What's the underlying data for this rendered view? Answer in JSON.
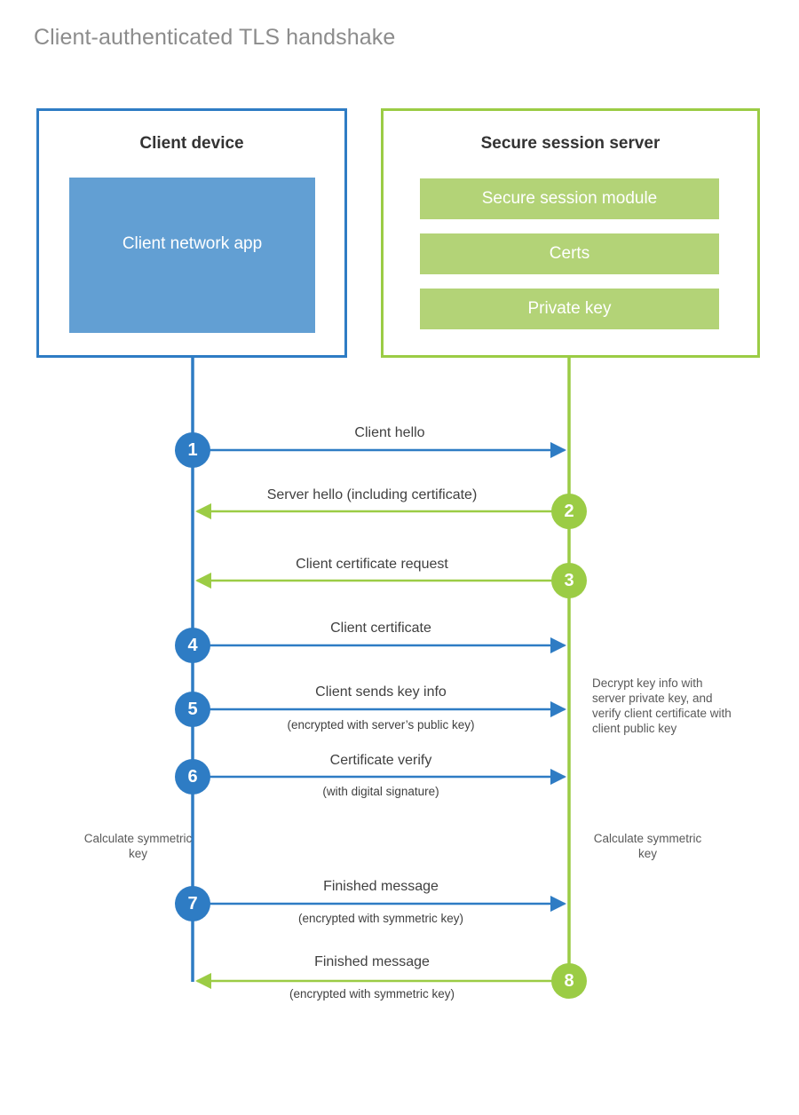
{
  "title": "Client-authenticated TLS handshake",
  "colors": {
    "client_accent": "#2e7cc4",
    "server_accent": "#9bcc45",
    "client_app_fill": "#629fd3",
    "server_block_fill": "#b3d377",
    "title_text": "#8c8c8c",
    "label_text": "#404040",
    "note_text": "#595959"
  },
  "actors": {
    "client": {
      "title": "Client device",
      "blocks": [
        {
          "label": "Client network app"
        }
      ]
    },
    "server": {
      "title": "Secure session server",
      "blocks": [
        {
          "label": "Secure session module"
        },
        {
          "label": "Certs"
        },
        {
          "label": "Private key"
        }
      ]
    }
  },
  "steps": [
    {
      "number": "1",
      "label": "Client hello",
      "sublabel": "",
      "direction": "client-to-server",
      "color": "blue"
    },
    {
      "number": "2",
      "label": "Server hello (including certificate)",
      "sublabel": "",
      "direction": "server-to-client",
      "color": "green"
    },
    {
      "number": "3",
      "label": "Client certificate request",
      "sublabel": "",
      "direction": "server-to-client",
      "color": "green"
    },
    {
      "number": "4",
      "label": "Client certificate",
      "sublabel": "",
      "direction": "client-to-server",
      "color": "blue"
    },
    {
      "number": "5",
      "label": "Client sends key info",
      "sublabel": "(encrypted with server’s public key)",
      "direction": "client-to-server",
      "color": "blue"
    },
    {
      "number": "6",
      "label": "Certificate verify",
      "sublabel": "(with digital signature)",
      "direction": "client-to-server",
      "color": "blue"
    },
    {
      "number": "7",
      "label": "Finished message",
      "sublabel": "(encrypted with symmetric key)",
      "direction": "client-to-server",
      "color": "blue"
    },
    {
      "number": "8",
      "label": "Finished message",
      "sublabel": "(encrypted with symmetric key)",
      "direction": "server-to-client",
      "color": "green"
    }
  ],
  "notes": {
    "server_decrypt": "Decrypt key info with server private key, and verify client certificate with client public key",
    "client_calculate": "Calculate symmetric key",
    "server_calculate": "Calculate symmetric key"
  }
}
